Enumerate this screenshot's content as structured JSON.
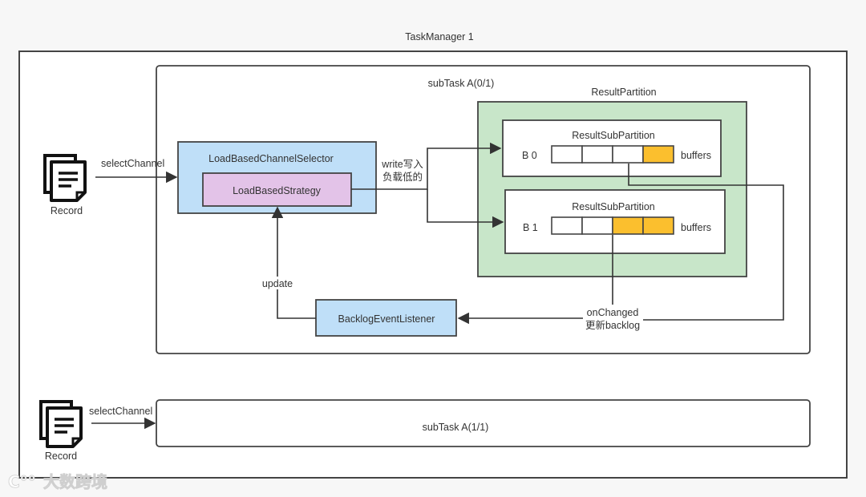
{
  "diagram": {
    "task_manager": {
      "title": "TaskManager 1"
    },
    "subtask_0": {
      "title": "subTask A(0/1)",
      "record": {
        "label": "Record",
        "icon": "document-stack-icon"
      },
      "select_channel_label": "selectChannel",
      "channel_selector": {
        "title": "LoadBasedChannelSelector",
        "strategy": "LoadBasedStrategy",
        "color": "#bfdff8"
      },
      "strategy_color": "#e3c3e8",
      "write_label_line1": "write写入",
      "write_label_line2": "负载低的",
      "update_label": "update",
      "backlog_listener": {
        "title": "BacklogEventListener",
        "color": "#bfdff8"
      },
      "on_changed_line1": "onChanged",
      "on_changed_line2": "更新backlog",
      "result_partition": {
        "title": "ResultPartition",
        "color": "#c8e6c9",
        "subpartitions": [
          {
            "title": "ResultSubPartition",
            "name": "B 0",
            "buffers_label": "buffers",
            "filled": [
              false,
              false,
              false,
              true
            ]
          },
          {
            "title": "ResultSubPartition",
            "name": "B 1",
            "buffers_label": "buffers",
            "filled": [
              false,
              false,
              true,
              true
            ]
          }
        ],
        "buffer_fill_color": "#fbbf2e"
      }
    },
    "subtask_1": {
      "title": "subTask A(1/1)",
      "record": {
        "label": "Record",
        "icon": "document-stack-icon"
      },
      "select_channel_label": "selectChannel"
    },
    "watermark": "大数跨境"
  }
}
